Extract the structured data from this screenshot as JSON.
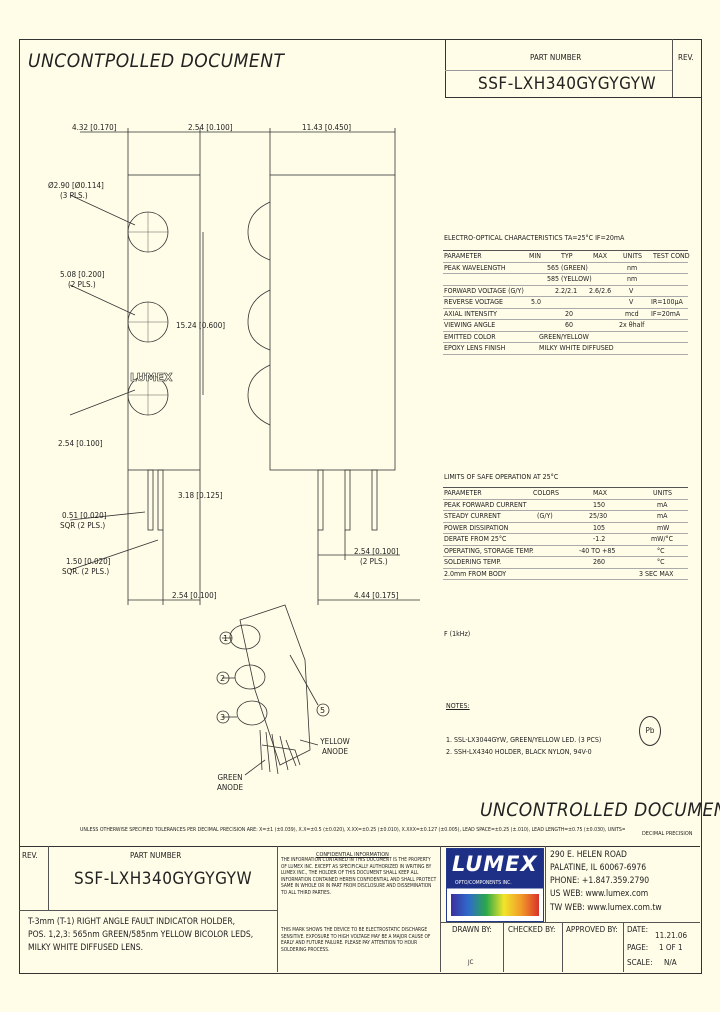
{
  "header": {
    "uncontrolled": "UNCONTPOLLED DOCUMENT",
    "part_number_label": "PART NUMBER",
    "part_number": "SSF-LXH340GYGYGYW",
    "rev_label": "REV."
  },
  "drawing": {
    "dims": [
      "4.32 [0.170]",
      "2.54 [0.100]",
      "11.43 [0.450]",
      "Ø2.90 [Ø0.114]",
      "(3 PLS.)",
      "5.08 [0.200]",
      "(2 PLS.)",
      "15.24 [0.600]",
      "2.54 [0.100]",
      "0.51 [0.020]",
      "SQR (2 PLS.)",
      "3.18 [0.125]",
      "1.50 [0.020]",
      "SQR. (2 PLS.)",
      "2.54 [0.100]",
      "(2 PLS.)",
      "2.54 [0.100]",
      "4.44 [0.175]"
    ],
    "logo_text": "LUMEX",
    "yellow_anode": "YELLOW ANODE",
    "green_anode": "GREEN ANODE",
    "callouts": [
      "1",
      "2",
      "3",
      "5"
    ]
  },
  "eo_table": {
    "title": "ELECTRO-OPTICAL CHARACTERISTICS TA=25°C    IF=20mA",
    "headers": [
      "PARAMETER",
      "MIN",
      "TYP",
      "MAX",
      "UNITS",
      "TEST COND"
    ],
    "rows": [
      [
        "PEAK WAVELENGTH",
        "",
        "565 (GREEN)",
        "",
        "nm",
        ""
      ],
      [
        "",
        "",
        "585 (YELLOW)",
        "",
        "nm",
        ""
      ],
      [
        "FORWARD VOLTAGE (G/Y)",
        "",
        "2.2/2.1",
        "2.6/2.6",
        "V",
        ""
      ],
      [
        "REVERSE VOLTAGE",
        "5.0",
        "",
        "",
        "V",
        "IR=100μA"
      ],
      [
        "AXIAL INTENSITY",
        "",
        "20",
        "",
        "mcd",
        "IF=20mA"
      ],
      [
        "VIEWING ANGLE",
        "",
        "60",
        "",
        "2x θhalf",
        ""
      ],
      [
        "EMITTED COLOR",
        "GREEN/YELLOW",
        "",
        "",
        "",
        ""
      ],
      [
        "EPOXY LENS FINISH",
        "MILKY WHITE DIFFUSED",
        "",
        "",
        "",
        ""
      ]
    ]
  },
  "max_table": {
    "title": "LIMITS OF SAFE OPERATION AT 25°C",
    "headers": [
      "PARAMETER",
      "COLORS",
      "MAX",
      "UNITS"
    ],
    "rows": [
      [
        "PEAK FORWARD CURRENT",
        "",
        "150",
        "mA"
      ],
      [
        "STEADY CURRENT",
        "(G/Y)",
        "25/30",
        "mA"
      ],
      [
        "POWER DISSIPATION",
        "",
        "105",
        "mW"
      ],
      [
        "DERATE FROM 25°C",
        "",
        "-1.2",
        "mW/°C"
      ],
      [
        "OPERATING, STORAGE TEMP.",
        "",
        "-40 TO +85",
        "°C"
      ],
      [
        "SOLDERING TEMP.",
        "",
        "260",
        "°C"
      ],
      [
        "2.0mm FROM BODY",
        "",
        "",
        "3 SEC MAX"
      ]
    ],
    "footnote": "F (1kHz)"
  },
  "notes": {
    "title": "NOTES:",
    "items": [
      "1. SSL-LX3044GYW, GREEN/YELLOW LED. (3 PCS)",
      "2. SSH-LX4340 HOLDER, BLACK NYLON, 94V-0"
    ],
    "rohs": "Pb"
  },
  "footer": {
    "uncontrolled": "UNCONTROLLED DOCUMENT",
    "tolerance": "UNLESS OTHERWISE SPECIFIED TOLERANCES PER DECIMAL PRECISION ARE: X=±1 (±0.039), X.X=±0.5 (±0.020), X.XX=±0.25 (±0.010), X.XXX=±0.127 (±0.005), LEAD SPACE=±0.25 (±.010), LEAD LENGTH=±0.75 (±0.030), UNITS=mm [INCH]",
    "tolerance_tail": "DECIMAL PRECISION",
    "rev_label": "REV.",
    "part_number_label": "PART NUMBER",
    "part_number": "SSF-LXH340GYGYGYW",
    "confidential_title": "CONFIDENTIAL INFORMATION",
    "confidential": "THE INFORMATION CONTAINED IN THIS DOCUMENT IS THE PROPERTY OF LUMEX INC. EXCEPT AS SPECIFICALLY AUTHORIZED IN WRITING BY LUMEX INC., THE HOLDER OF THIS DOCUMENT SHALL KEEP ALL INFORMATION CONTAINED HEREIN CONFIDENTIAL AND SHALL PROTECT SAME IN WHOLE OR IN PART FROM DISCLOSURE AND DISSEMINATION TO ALL THIRD PARTIES.",
    "caution": "THIS MARK SHOWS THE DEVICE TO BE ELECTROSTATIC DISCHARGE SENSITIVE. EXPOSURE TO HIGH VOLTAGE MAY BE A MAJOR CAUSE OF EARLY AND FUTURE FAILURE. PLEASE PAY ATTENTION TO HOUR SOLDERING PROCESS.",
    "company_logo": "LUMEX",
    "company_tag": "OPTO/COMPONENTS INC.",
    "address": [
      "290 E. HELEN ROAD",
      "PALATINE, IL 60067-6976",
      "PHONE: +1.847.359.2790",
      "US WEB: www.lumex.com",
      "TW WEB: www.lumex.com.tw"
    ],
    "description": [
      "T-3mm (T-1) RIGHT ANGLE FAULT INDICATOR HOLDER,",
      "POS. 1,2,3: 565nm GREEN/585nm YELLOW BICOLOR LEDS,",
      "MILKY WHITE DIFFUSED LENS."
    ],
    "drawn_by_label": "DRAWN BY:",
    "drawn_by": "JC",
    "checked_by_label": "CHECKED BY:",
    "approved_by_label": "APPROVED BY:",
    "date_label": "DATE:",
    "date": "11.21.06",
    "page_label": "PAGE:",
    "page": "1 OF 1",
    "scale_label": "SCALE:",
    "scale": "N/A"
  }
}
